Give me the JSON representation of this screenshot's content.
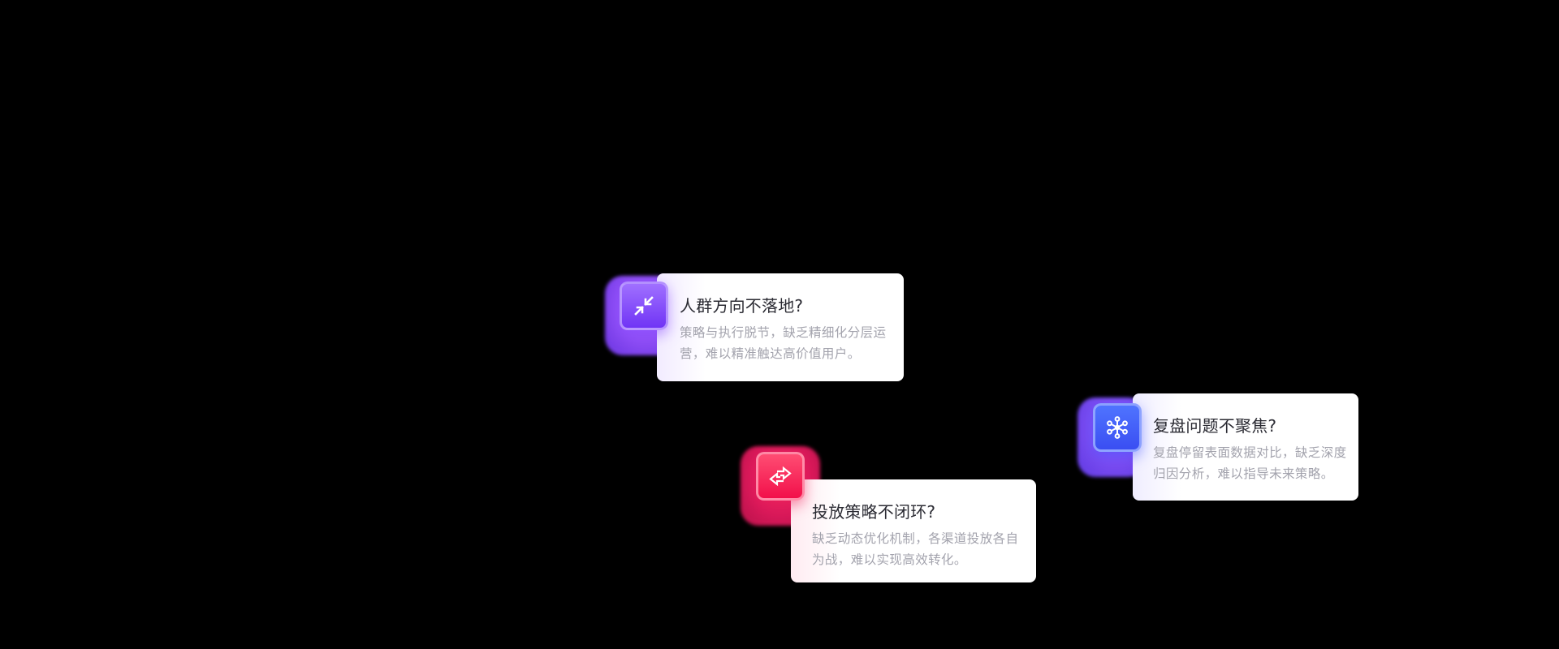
{
  "background_color": "#000000",
  "pain_points": [
    {
      "id": "audience",
      "icon": "compress-arrows-icon",
      "accent_color": "#7c3aed",
      "title": "人群方向不落地?",
      "description": "策略与执行脱节，缺乏精细化分层运营，难以精准触达高价值用户。"
    },
    {
      "id": "delivery",
      "icon": "swap-arrows-icon",
      "accent_color": "#f2164d",
      "title": "投放策略不闭环?",
      "description": "缺乏动态优化机制，各渠道投放各自为战，难以实现高效转化。"
    },
    {
      "id": "review",
      "icon": "network-nodes-icon",
      "accent_color": "#3d55f5",
      "title": "复盘问题不聚焦?",
      "description": "复盘停留表面数据对比，缺乏深度归因分析，难以指导未来策略。"
    }
  ]
}
